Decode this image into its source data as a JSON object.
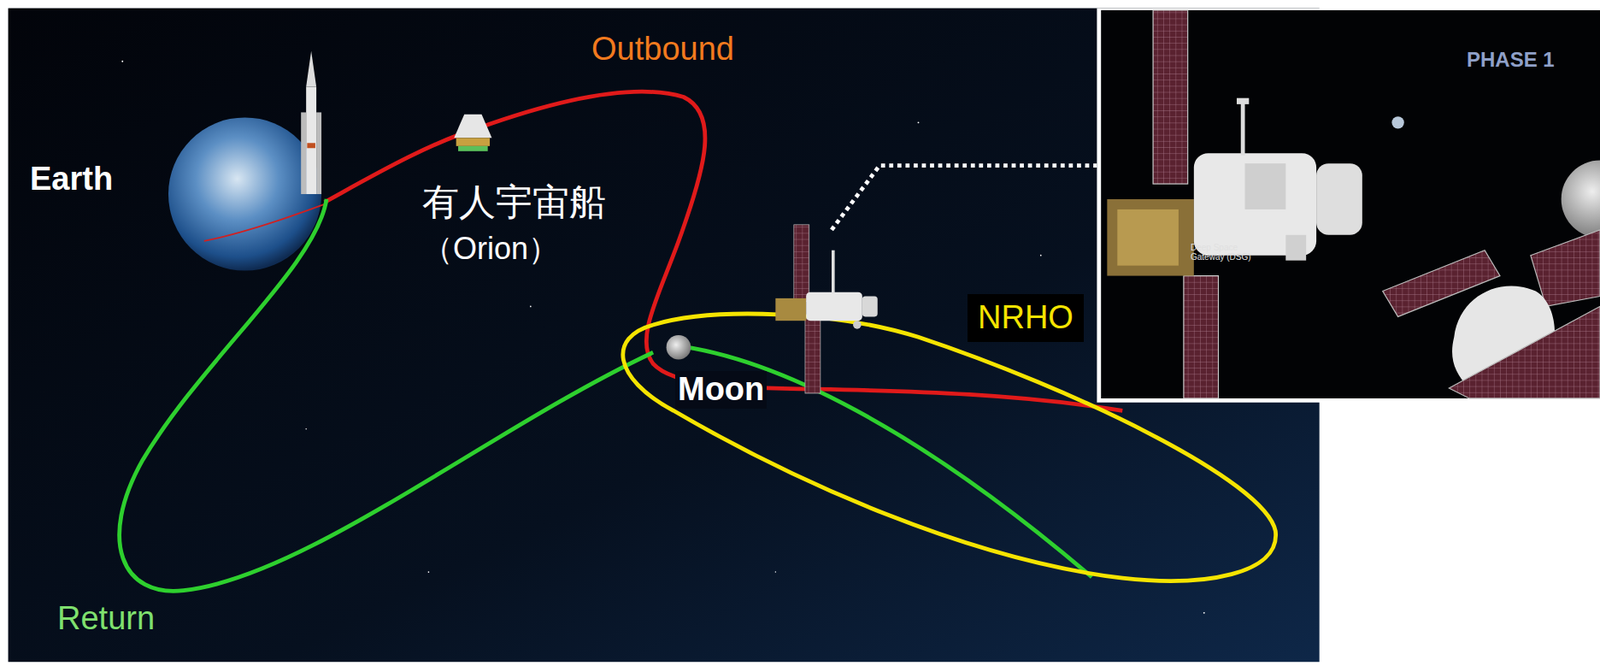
{
  "diagram": {
    "nodes": [
      {
        "text": [
          "NRHO"
        ]
      }
    ],
    "labels": [
      "Outbound",
      "Earth",
      "有人宇宙船",
      "（Orion）",
      "Moon",
      "Return",
      "PHASE 1",
      "Deep Space Gateway (DSG)"
    ]
  }
}
